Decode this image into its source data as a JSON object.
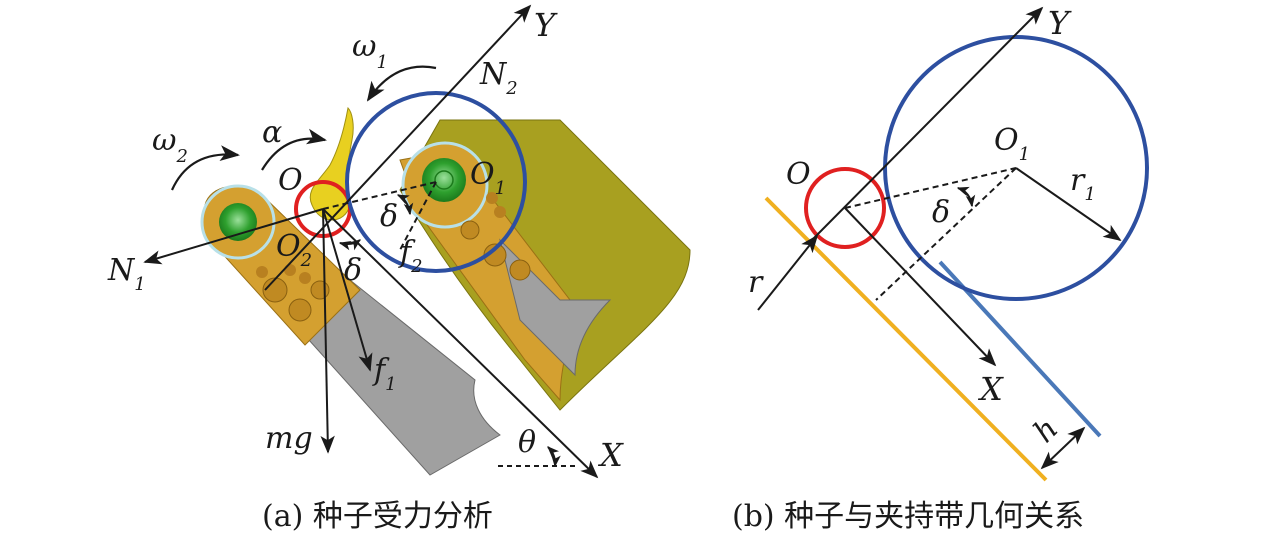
{
  "panel_a": {
    "caption": "(a) 种子受力分析",
    "labels": {
      "Y": "Y",
      "X": "X",
      "omega1": "ω",
      "omega1_sub": "1",
      "omega2": "ω",
      "omega2_sub": "2",
      "alpha": "α",
      "O": "O",
      "O1": "O",
      "O1_sub": "1",
      "O2": "O",
      "O2_sub": "2",
      "N1": "N",
      "N1_sub": "1",
      "N2": "N",
      "N2_sub": "2",
      "delta1": "δ",
      "delta2": "δ",
      "f1": "f",
      "f1_sub": "1",
      "f2": "f",
      "f2_sub": "2",
      "mg": "mg",
      "theta": "θ"
    }
  },
  "panel_b": {
    "caption": "(b) 种子与夹持带几何关系",
    "labels": {
      "Y": "Y",
      "X": "X",
      "O": "O",
      "O1": "O",
      "O1_sub": "1",
      "r1": "r",
      "r1_sub": "1",
      "delta": "δ",
      "r": "r",
      "h": "h"
    }
  },
  "colors": {
    "red_circle": "#e02020",
    "blue_circle": "#2d4fa0",
    "yellow_belt": "#f0b020",
    "blue_belt": "#4a78b8",
    "olive_roller": "#a8a020",
    "gold_roller": "#d4a030",
    "green_hub": "#2ea02e",
    "grey_belt": "#a0a0a0",
    "seed_yellow": "#e8d020"
  }
}
